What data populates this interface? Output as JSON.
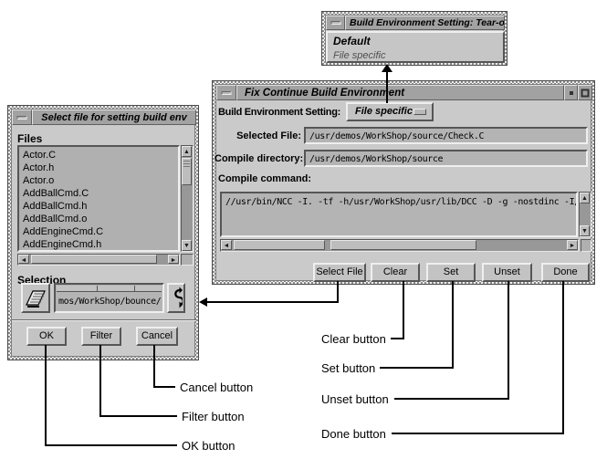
{
  "colors": {
    "window_bg": "#cacaca",
    "titlebar_bg": "#a2a2a2",
    "field_bg": "#b4b4b4",
    "annotation_line": "#000000"
  },
  "icons": {
    "window_menu": "dash",
    "minimize": "dot",
    "maximize": "square",
    "option_menu": "bar",
    "drop_pocket": "hatched-page",
    "recycle": "refresh-arrows",
    "arrow_up": "▲",
    "arrow_down": "▼",
    "arrow_left": "◄",
    "arrow_right": "►"
  },
  "tearoff": {
    "title": "Build Environment Setting: Tear-off",
    "items": [
      "Default",
      "File specific"
    ]
  },
  "main_dialog": {
    "title": "Fix Continue Build Environment",
    "setting_label": "Build Environment Setting:",
    "setting_value": "File specific",
    "selected_file_label": "Selected File:",
    "selected_file_value": "/usr/demos/WorkShop/source/Check.C",
    "compile_directory_label": "Compile directory:",
    "compile_directory_value": "/usr/demos/WorkShop/source",
    "compile_command_label": "Compile command:",
    "compile_command_value": "//usr/bin/NCC -I. -tf -h/usr/WorkShop/usr/lib/DCC -D -g -nostdinc -I/",
    "buttons": [
      "Select File",
      "Clear",
      "Set",
      "Unset",
      "Done"
    ]
  },
  "file_dialog": {
    "title": "Select file for setting build env",
    "files_label": "Files",
    "files": [
      "Actor.C",
      "Actor.h",
      "Actor.o",
      "AddBallCmd.C",
      "AddBallCmd.h",
      "AddBallCmd.o",
      "AddEngineCmd.C",
      "AddEngineCmd.h"
    ],
    "selection_label": "Selection",
    "selection_value": "mos/WorkShop/bounce/",
    "buttons": [
      "OK",
      "Filter",
      "Cancel"
    ]
  },
  "callouts": {
    "clear": "Clear button",
    "set": "Set button",
    "unset": "Unset button",
    "done": "Done button",
    "cancel": "Cancel button",
    "filter": "Filter button",
    "ok": "OK button"
  }
}
